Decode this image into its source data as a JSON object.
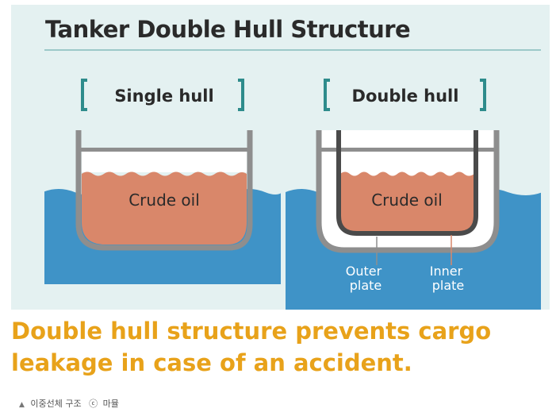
{
  "figure": {
    "title": "Tanker Double Hull Structure",
    "panels": [
      {
        "heading": "Single hull",
        "cargo_label": "Crude oil"
      },
      {
        "heading": "Double hull",
        "cargo_label": "Crude oil",
        "outer_plate_label": [
          "Outer",
          "plate"
        ],
        "inner_plate_label": [
          "Inner",
          "plate"
        ]
      }
    ],
    "colors": {
      "background": "#e4f1f1",
      "water": "#3f93c7",
      "oil": "#d9876a",
      "hull": "#888888",
      "inner_plate": "#4a4a4a",
      "bracket": "#2e8c8c",
      "caption": "#e8a21a"
    }
  },
  "caption": "Double hull structure prevents cargo leakage in case of an accident.",
  "photo_credit": {
    "icon": "triangle-up-icon",
    "label": "이중선체 구조",
    "copyright_symbol": "ⓒ",
    "source": "마뮬"
  }
}
